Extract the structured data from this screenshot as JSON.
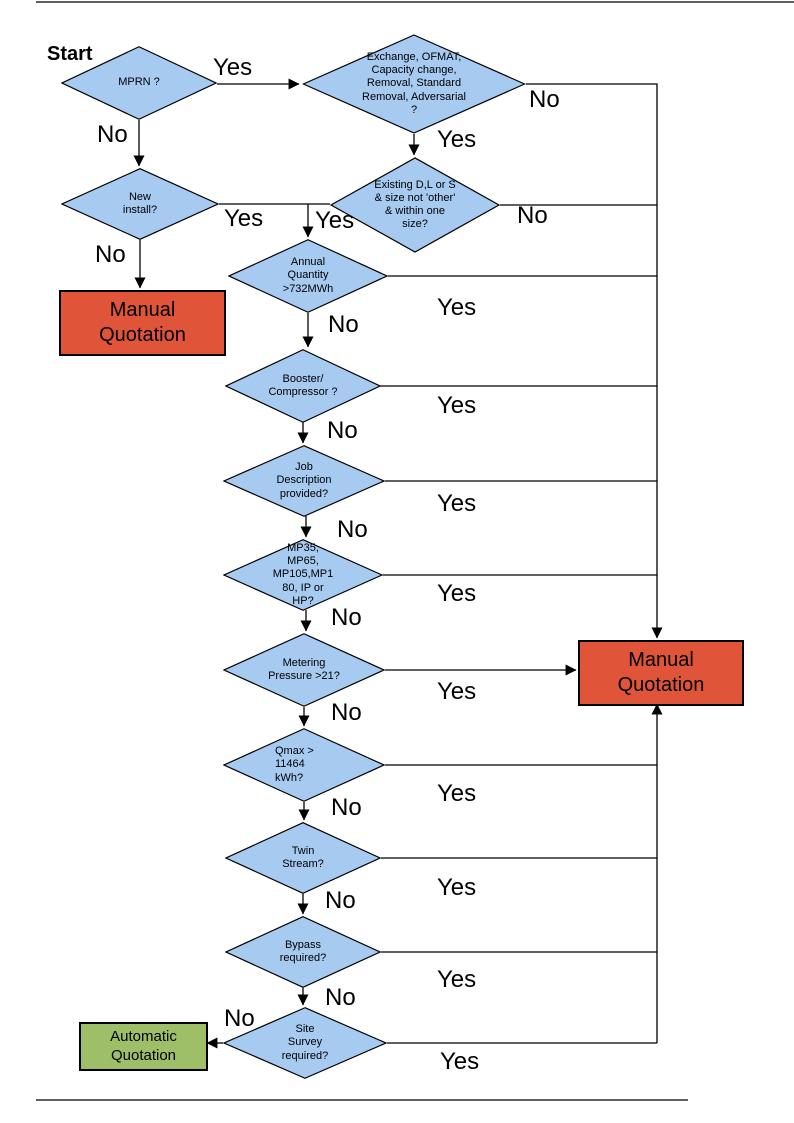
{
  "start_label": "Start",
  "decisions": {
    "mprn": "MPRN ?",
    "exchange": "Exchange, OFMAT, Capacity change, Removal, Standard Removal, Adversarial ?",
    "new_install": "New install?",
    "existing": "Existing D,L or S & size not 'other' & within one size?",
    "annual": "Annual Quantity >732MWh",
    "booster": "Booster/ Compressor ?",
    "job": "Job Description provided?",
    "mp": "MP35, MP65, MP105,MP180, IP or HP?",
    "metering": "Metering Pressure >21?",
    "qmax": "Qmax > 11464 kWh?",
    "twin": "Twin Stream?",
    "bypass": "Bypass required?",
    "site": "Site Survey required?"
  },
  "terminals": {
    "manual_left": "Manual\nQuotation",
    "manual_right": "Manual\nQuotation",
    "automatic": "Automatic\nQuotation"
  },
  "edge_labels": {
    "mprn_yes": "Yes",
    "mprn_no": "No",
    "exchange_yes": "Yes",
    "exchange_no": "No",
    "new_install_yes": "Yes",
    "new_install_no": "No",
    "existing_yes": "Yes",
    "existing_no": "No",
    "annual_yes": "Yes",
    "annual_no": "No",
    "booster_yes": "Yes",
    "booster_no": "No",
    "job_yes": "Yes",
    "job_no": "No",
    "mp_yes": "Yes",
    "mp_no": "No",
    "metering_yes": "Yes",
    "metering_no": "No",
    "qmax_yes": "Yes",
    "qmax_no": "No",
    "twin_yes": "Yes",
    "twin_no": "No",
    "bypass_yes": "Yes",
    "bypass_no": "No",
    "site_yes": "Yes",
    "site_no": "No"
  },
  "colors": {
    "diamond_fill": "#A6CAF0",
    "manual_fill": "#E0553A",
    "auto_fill": "#9EBE67",
    "line_color": "#000000"
  }
}
